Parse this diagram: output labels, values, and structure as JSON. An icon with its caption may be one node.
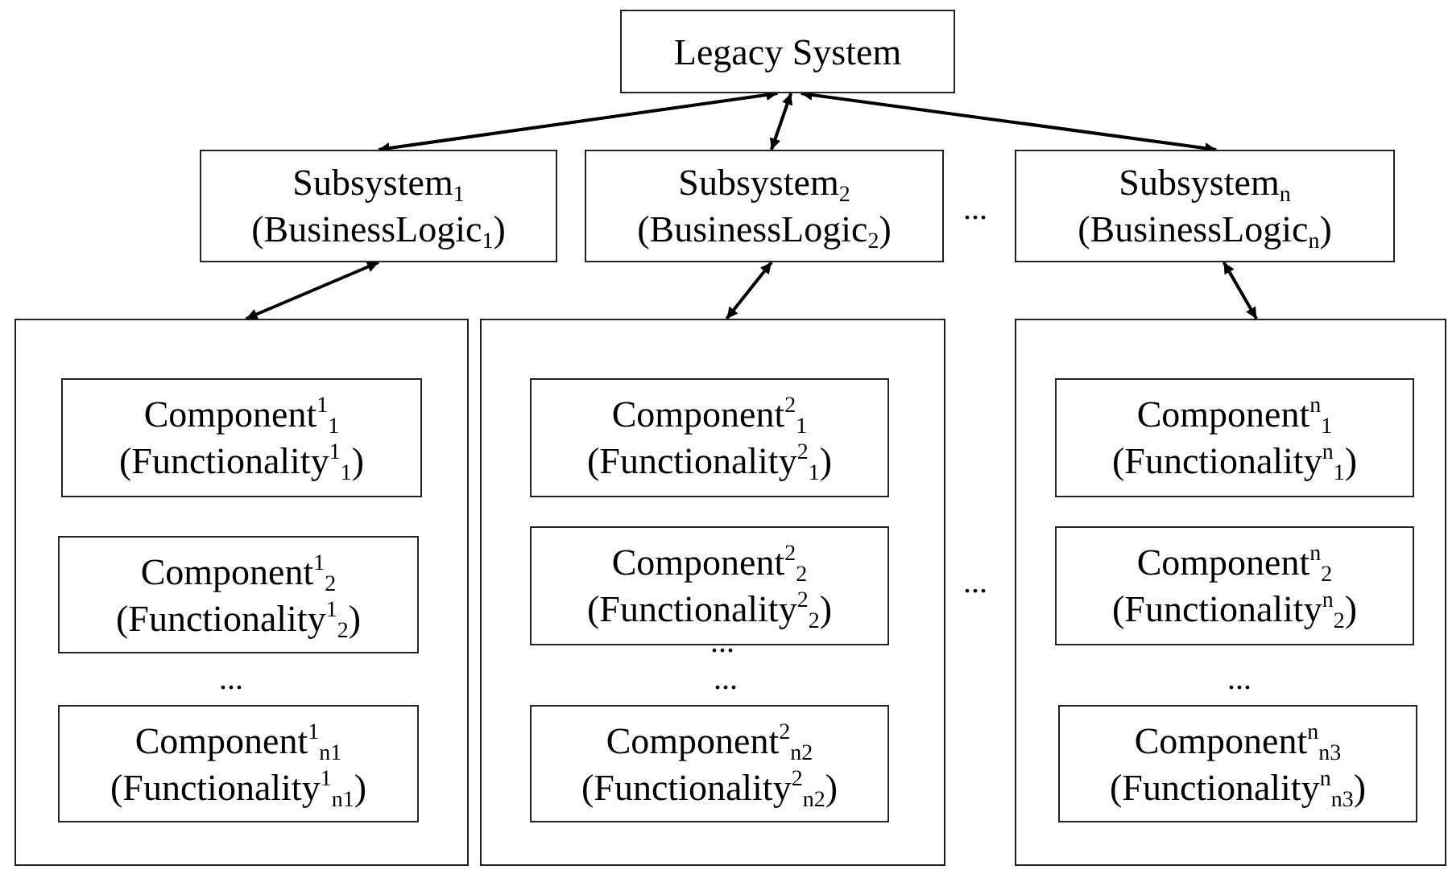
{
  "diagram": {
    "nodes": [
      {
        "text": [
          "Legacy System"
        ]
      },
      {
        "text": [
          "Subsystem$_{1}$",
          "(BusinessLogic$_{1}$)"
        ]
      },
      {
        "text": [
          "Subsystem$_{2}$",
          "(BusinessLogic$_{2}$)"
        ]
      },
      {
        "text": [
          "Subsystem$_{n}$",
          "(BusinessLogic$_{n}$)"
        ]
      },
      {
        "text": [],
        "shape": "box"
      },
      {
        "text": [
          "Component$^{1}$$_{1}$",
          "(Functionality$^{1}$$_{1}$)"
        ],
        "in": 4
      },
      {
        "text": [
          "Component$^{1}$$_{2}$",
          "(Functionality$^{1}$$_{2}$)"
        ],
        "in": 4
      },
      {
        "text": [
          "Component$^{1}$$_{n1}$",
          "(Functionality$^{1}$$_{n1}$)"
        ],
        "in": 4
      },
      {
        "text": [],
        "shape": "box"
      },
      {
        "text": [
          "Component$^{2}$$_{1}$",
          "(Functionality$^{2}$$_{1}$)"
        ],
        "in": 8
      },
      {
        "text": [
          "Component$^{2}$$_{2}$",
          "(Functionality$^{2}$$_{2}$)"
        ],
        "in": 8
      },
      {
        "text": [
          "Component$^{2}$$_{n2}$",
          "(Functionality$^{2}$$_{n2}$)"
        ],
        "in": 8
      },
      {
        "text": [],
        "shape": "box"
      },
      {
        "text": [
          "Component$^{n}$$_{1}$",
          "(Functionality$^{n}$$_{1}$)"
        ],
        "in": 12
      },
      {
        "text": [
          "Component$^{n}$$_{2}$",
          "(Functionality$^{n}$$_{2}$)"
        ],
        "in": 12
      },
      {
        "text": [
          "Component$^{n}$$_{n3}$",
          "(Functionality$^{n}$$_{n3}$)"
        ],
        "in": 12
      }
    ],
    "edges": [
      {
        "from": 0,
        "to": 1,
        "arrow": "both"
      },
      {
        "from": 0,
        "to": 2,
        "arrow": "both"
      },
      {
        "from": 0,
        "to": 3,
        "arrow": "both"
      },
      {
        "from": 1,
        "to": 4,
        "arrow": "both"
      },
      {
        "from": 2,
        "to": 8,
        "arrow": "both"
      },
      {
        "from": 3,
        "to": 12,
        "arrow": "both"
      }
    ],
    "labels": [
      "...",
      "...",
      "...",
      "...",
      "...",
      "..."
    ]
  }
}
